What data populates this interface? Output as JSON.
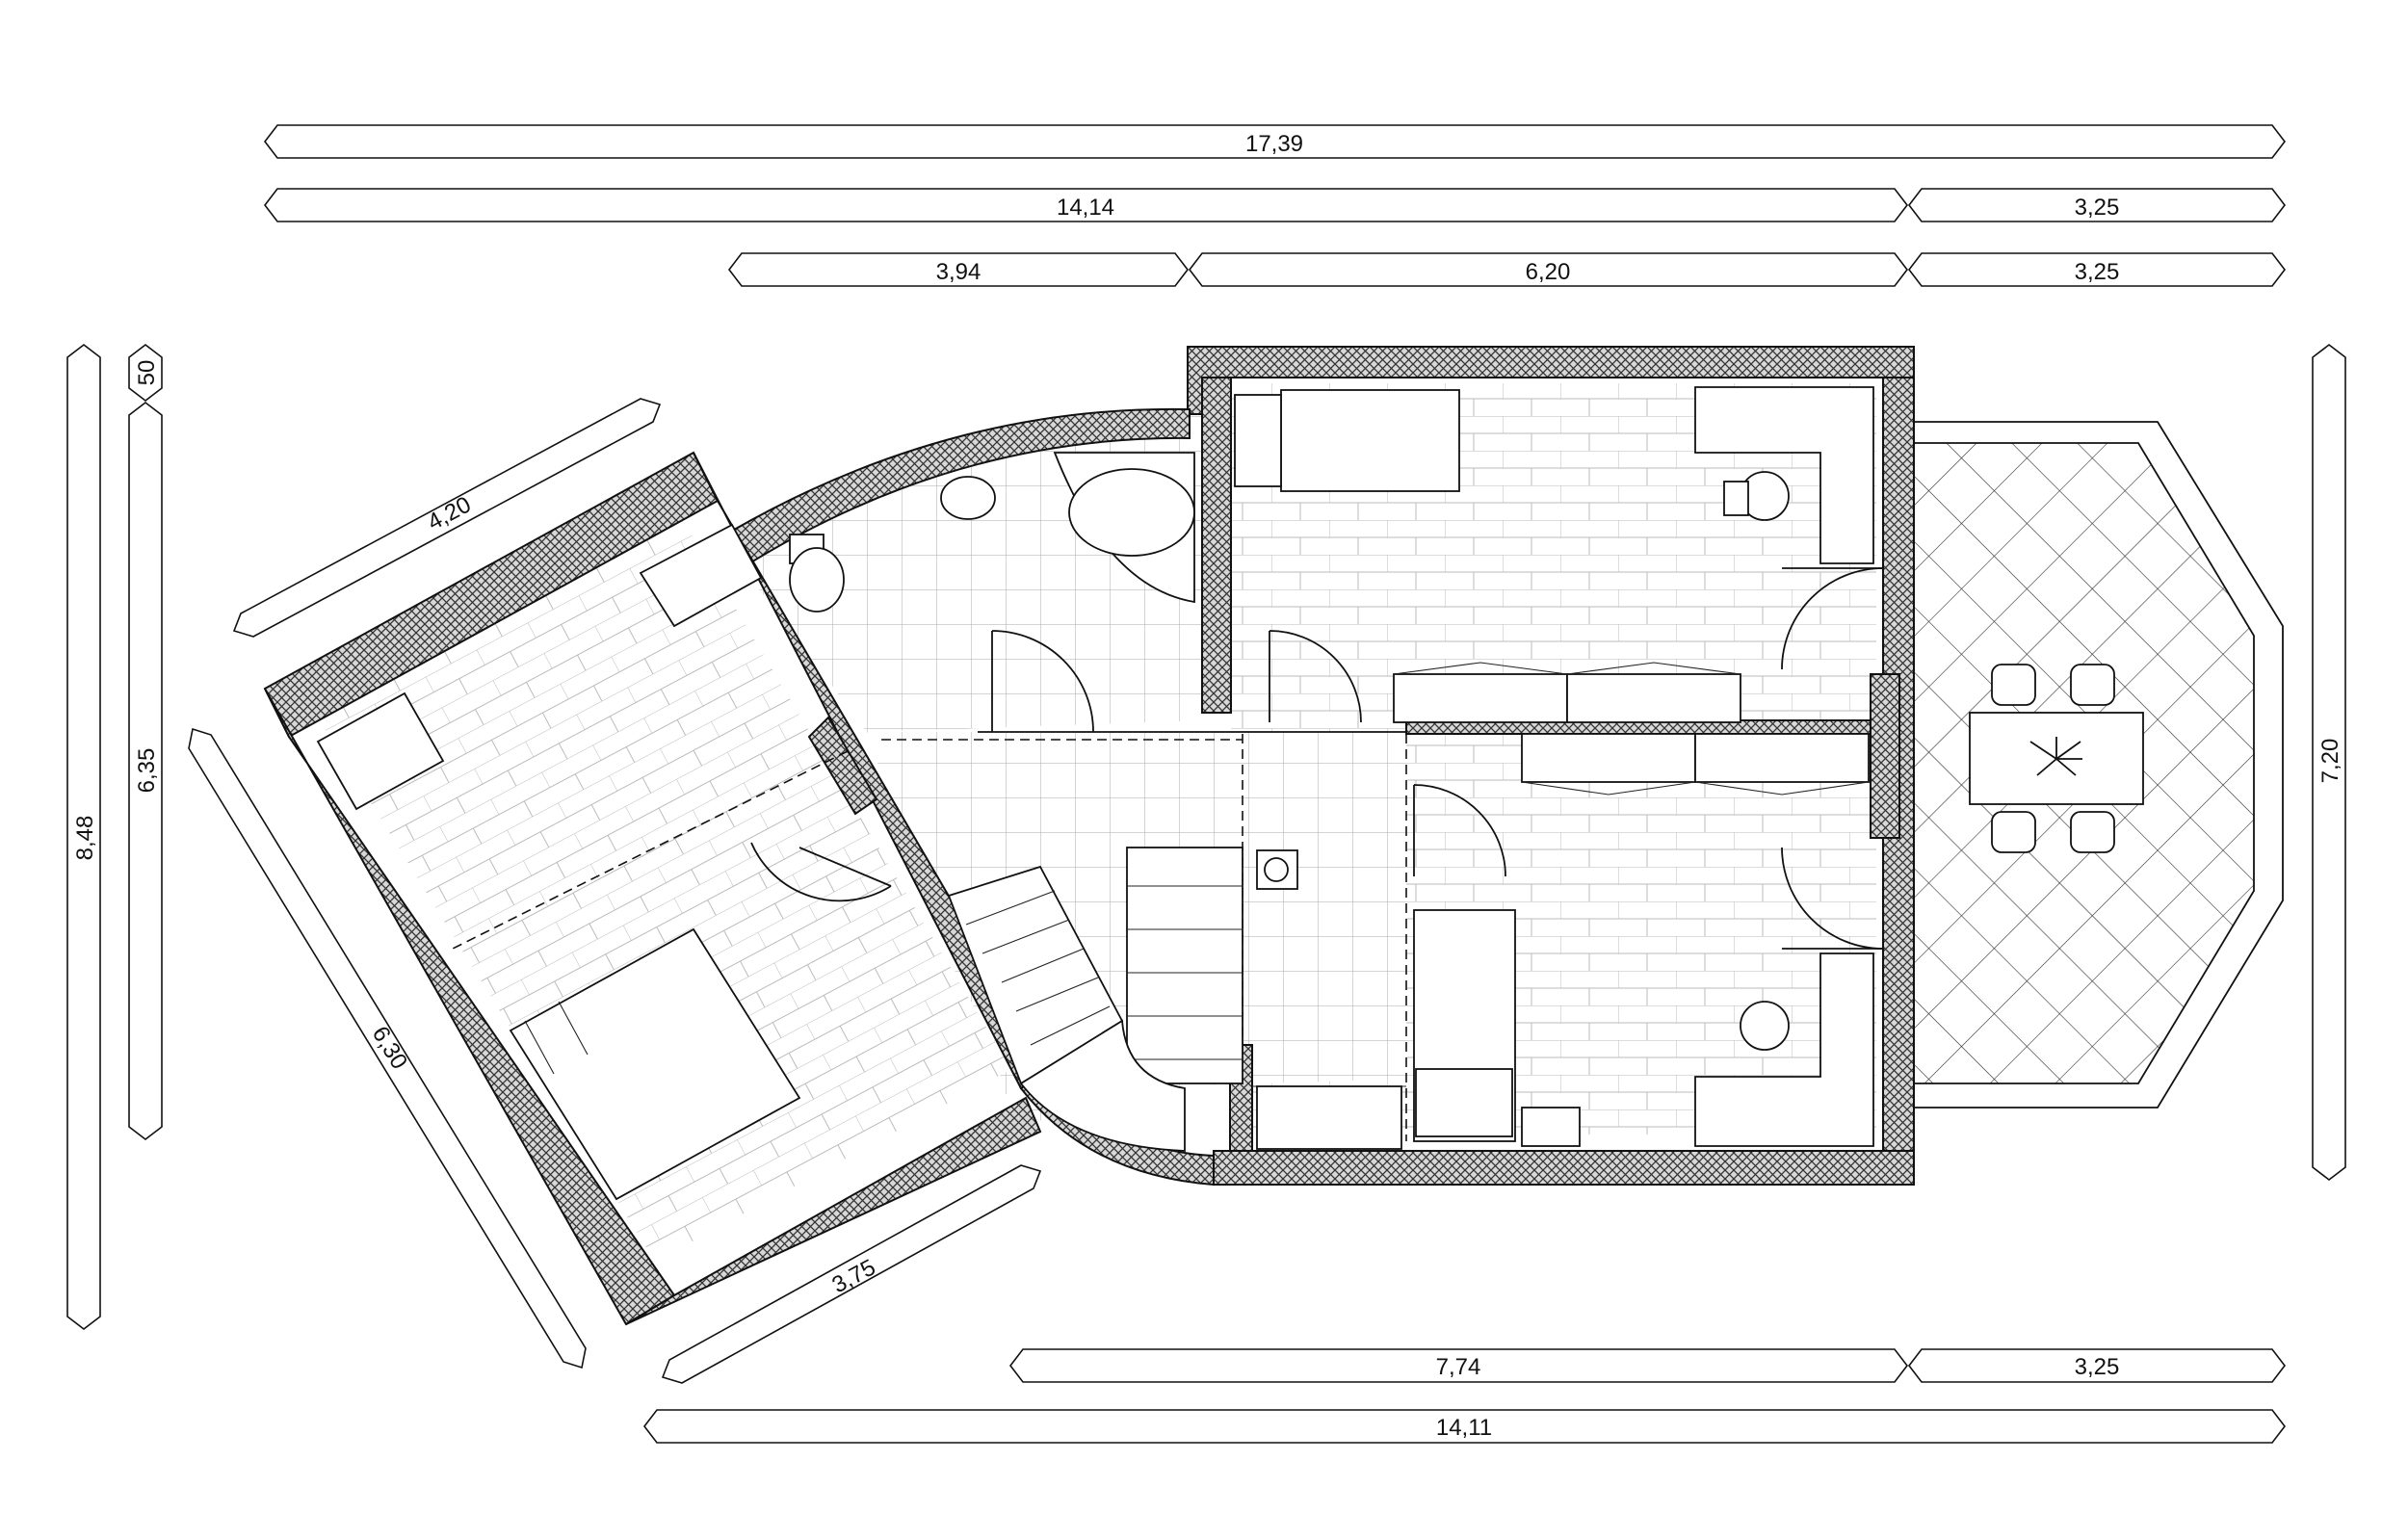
{
  "dimensions": {
    "top_total": "17,39",
    "top_left": "14,14",
    "top_right": "3,25",
    "top_seg_a": "3,94",
    "top_seg_b": "6,20",
    "top_seg_c": "3,25",
    "left_total": "8,48",
    "left_small": "50",
    "left_main": "6,35",
    "wing_top": "4,20",
    "wing_side": "6,30",
    "wing_bottom": "3,75",
    "bottom_main": "7,74",
    "bottom_right": "3,25",
    "bottom_total": "14,11",
    "right_total": "7,20"
  }
}
